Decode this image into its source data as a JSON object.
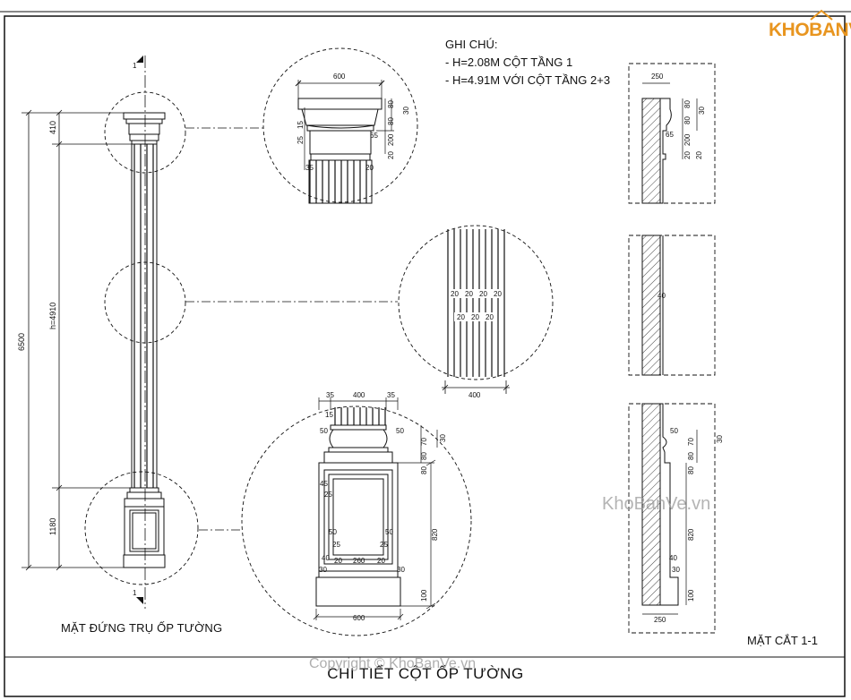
{
  "brand": {
    "logo_text": "KHOBANVE",
    "logo_color": "#e8951f"
  },
  "notes": {
    "heading": "GHI CHÚ:",
    "line1": "- H=2.08M CỘT TẦNG 1",
    "line2": "- H=4.91M VỚI CỘT TẦNG 2+3"
  },
  "labels": {
    "elevation": "MẶT ĐỨNG TRỤ ỐP TƯỜNG",
    "section": "MẶT CẮT 1-1",
    "title": "CHI TIẾT CỘT ỐP TƯỜNG",
    "section_marker": "1"
  },
  "watermarks": {
    "center": "KhoBanVe.vn",
    "bottom": "Copyright © KhoBanVe.vn"
  },
  "dims": {
    "overall": "6500",
    "height": "h=4910",
    "top": "410",
    "base": "1180",
    "cap_width": "600",
    "cap_80": "80",
    "cap_30": "30",
    "cap_80b": "80",
    "cap_15": "15",
    "cap_25": "25",
    "cap_65": "65",
    "cap_200": "200",
    "cap_20": "20",
    "cap_35": "35",
    "cap_20b": "20",
    "flute_20": "20",
    "shaft_width": "400",
    "base_35": "35",
    "base_400": "400",
    "base_35b": "35",
    "base_15": "15",
    "base_50": "50",
    "base_50b": "50",
    "base_30": "30",
    "base_80": "80",
    "base_80b": "80",
    "base_70": "70",
    "base_45": "45",
    "base_25": "25",
    "base_820": "820",
    "base_50c": "50",
    "base_50d": "50",
    "base_25c": "25",
    "base_25d": "25",
    "base_40": "40",
    "base_20": "20",
    "base_260": "260",
    "base_20b": "20",
    "base_30b": "30",
    "base_30c": "30",
    "base_100": "100",
    "base_600": "600",
    "sec_250": "250",
    "sec_80": "80",
    "sec_30": "30",
    "sec_80b": "80",
    "sec_65": "65",
    "sec_200": "200",
    "sec_20": "20",
    "sec_20b": "20",
    "sec_40": "40",
    "sec_50": "50",
    "sec_80c": "80",
    "sec_80d": "80",
    "sec_70": "70",
    "sec_30b": "30",
    "sec_820": "820",
    "sec_40b": "40",
    "sec_30c": "30",
    "sec_100": "100",
    "sec_250b": "250"
  },
  "colors": {
    "line": "#111111",
    "hatch": "#444444",
    "watermark": "#9b9b9b"
  }
}
